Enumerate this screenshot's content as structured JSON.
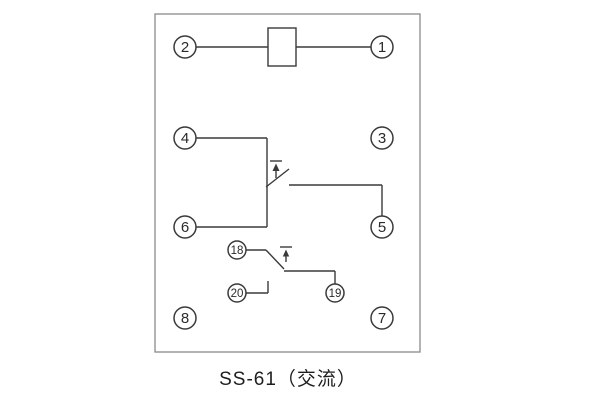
{
  "caption": "SS-61（交流）",
  "terminals": {
    "t1": "1",
    "t2": "2",
    "t3": "3",
    "t4": "4",
    "t5": "5",
    "t6": "6",
    "t7": "7",
    "t8": "8",
    "t18": "18",
    "t19": "19",
    "t20": "20"
  },
  "colors": {
    "wire": "#3a3a3a",
    "outline": "#8a8a8a"
  }
}
